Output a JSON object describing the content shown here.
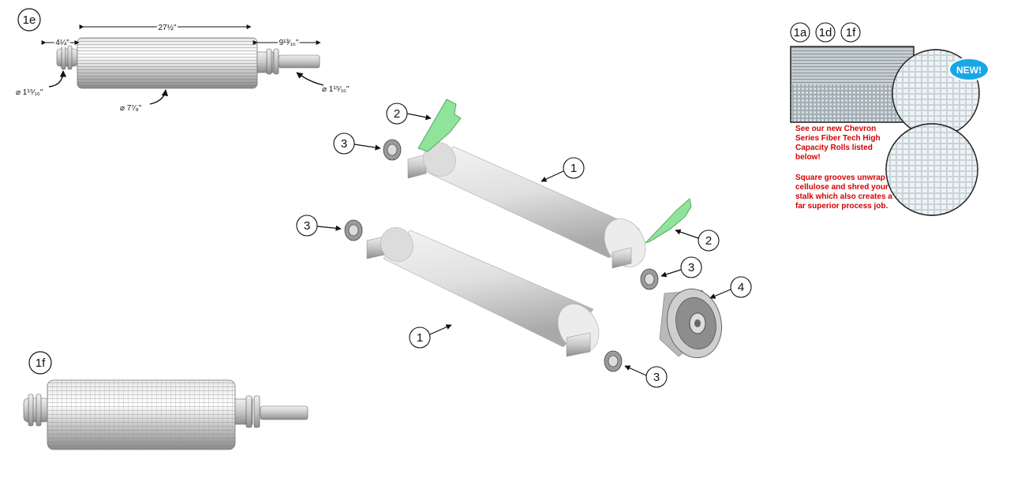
{
  "labels": {
    "fig_1e": "1e",
    "fig_1f_bottom": "1f",
    "fig_1a": "1a",
    "fig_1d": "1d",
    "fig_1f_top": "1f"
  },
  "dimensions": {
    "length": "27½\"",
    "left_shaft": "4¼\"",
    "right_shaft": "9¹³⁄₁₆\"",
    "left_diameter": "⌀ 1¹⁵⁄₁₆\"",
    "right_diameter": "⌀ 1¹⁵⁄₁₆\"",
    "roll_diameter": "⌀ 7⁷⁄₈\""
  },
  "callouts": {
    "c1_top": "1",
    "c1_bottom": "1",
    "c2_top": "2",
    "c2_right": "2",
    "c3_top_left": "3",
    "c3_mid_left": "3",
    "c3_mid_right": "3",
    "c3_bottom": "3",
    "c4": "4"
  },
  "new_badge": "NEW!",
  "promo_text_1": "See our new Chevron Series Fiber Tech High Capacity Rolls listed below!",
  "promo_text_2": "Square grooves unwrap cellulose and shred your stalk which also creates a far superior process job.",
  "colors": {
    "scraper_green": "#8fe39a",
    "badge_blue": "#1aa6e6",
    "promo_red": "#d40000"
  }
}
